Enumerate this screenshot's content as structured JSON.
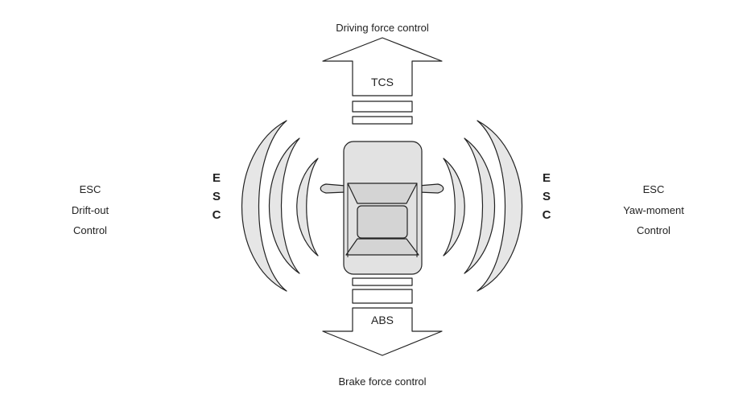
{
  "labels": {
    "top": "Driving force control",
    "bottom": "Brake force control",
    "tcs": "TCS",
    "abs": "ABS",
    "left_lines": [
      "ESC",
      "Drift-out",
      "Control"
    ],
    "right_lines": [
      "ESC",
      "Yaw-moment",
      "Control"
    ],
    "esc_letters": [
      "E",
      "S",
      "C"
    ]
  },
  "colors": {
    "stroke": "#222222",
    "fill": "#e6e6e6",
    "background": "#ffffff"
  }
}
